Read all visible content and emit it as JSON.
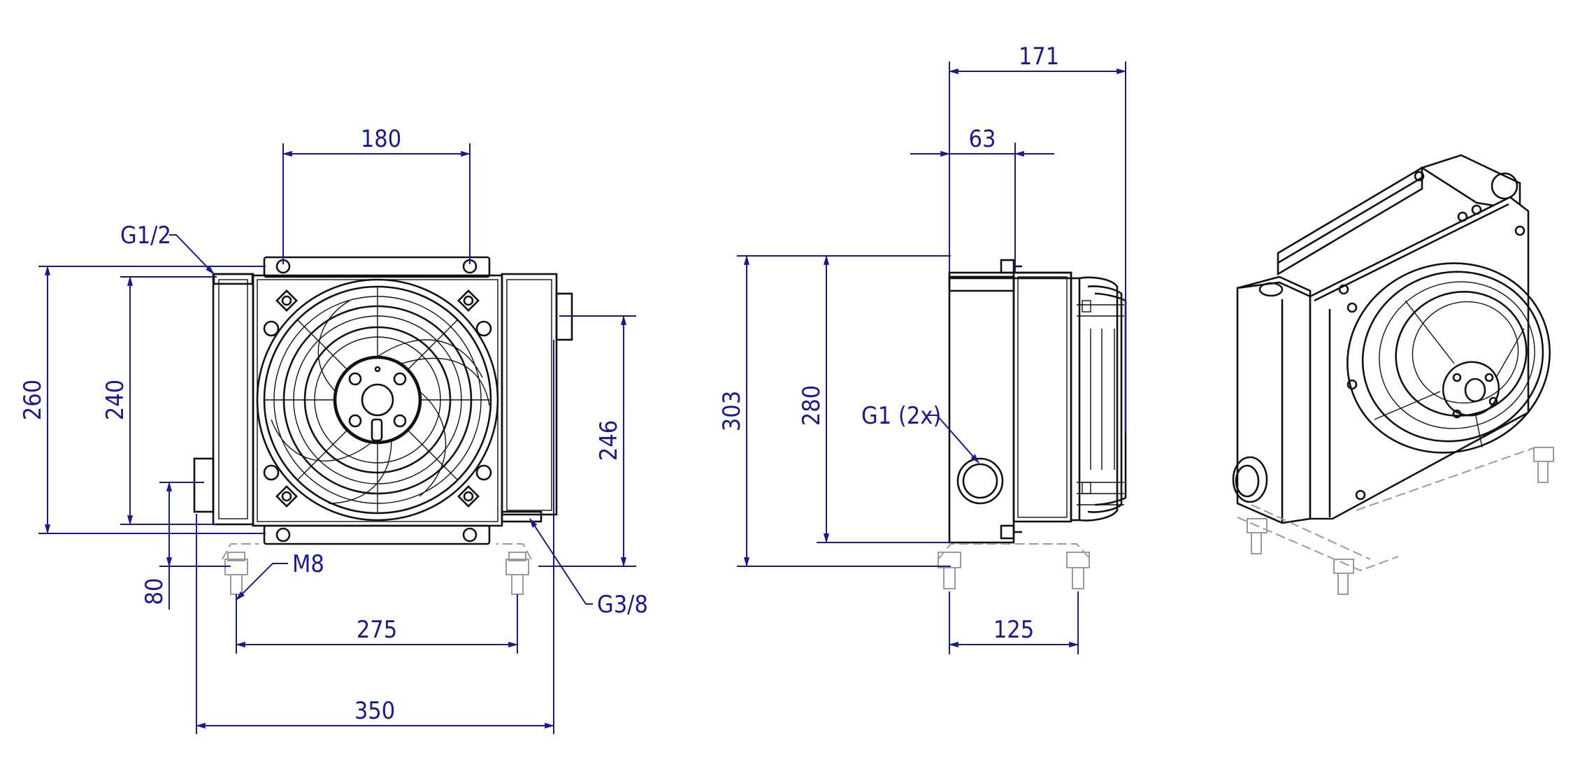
{
  "dimensions": {
    "front": {
      "d180": "180",
      "d260": "260",
      "d240": "240",
      "d246": "246",
      "d80": "80",
      "d275": "275",
      "d350": "350"
    },
    "side": {
      "d171": "171",
      "d63": "63",
      "d303": "303",
      "d280": "280",
      "d125": "125"
    }
  },
  "callouts": {
    "g12": "G1/2",
    "m8": "M8",
    "g38": "G3/8",
    "g1": "G1 (2x)"
  },
  "colors": {
    "dimension": "#1a1a8c",
    "outline": "#111111",
    "ghost": "#9a9a9a"
  }
}
